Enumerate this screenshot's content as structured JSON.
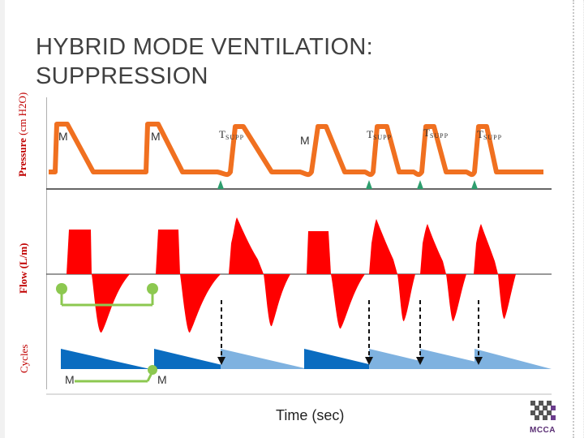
{
  "slide": {
    "title_line1": "HYBRID MODE VENTILATION:",
    "title_line2": "SUPPRESSION"
  },
  "axes": {
    "pressure": "Pressure",
    "pressure_unit": "(cm H2O)",
    "flow": "Flow",
    "flow_unit": "(L/m)",
    "cycles": "Cycles",
    "time": "Time (sec)"
  },
  "breath_labels": {
    "m": "M",
    "t_main": "T",
    "t_sub": "SUPP"
  },
  "logo": {
    "text": "MCCA"
  },
  "colors": {
    "pressure": "#f07020",
    "flow": "#ff0000",
    "mandatory": "#0a6cc0",
    "suppressed": "#7fb2e0",
    "trigger": "#2e9e6e",
    "link": "#8cc850"
  }
}
